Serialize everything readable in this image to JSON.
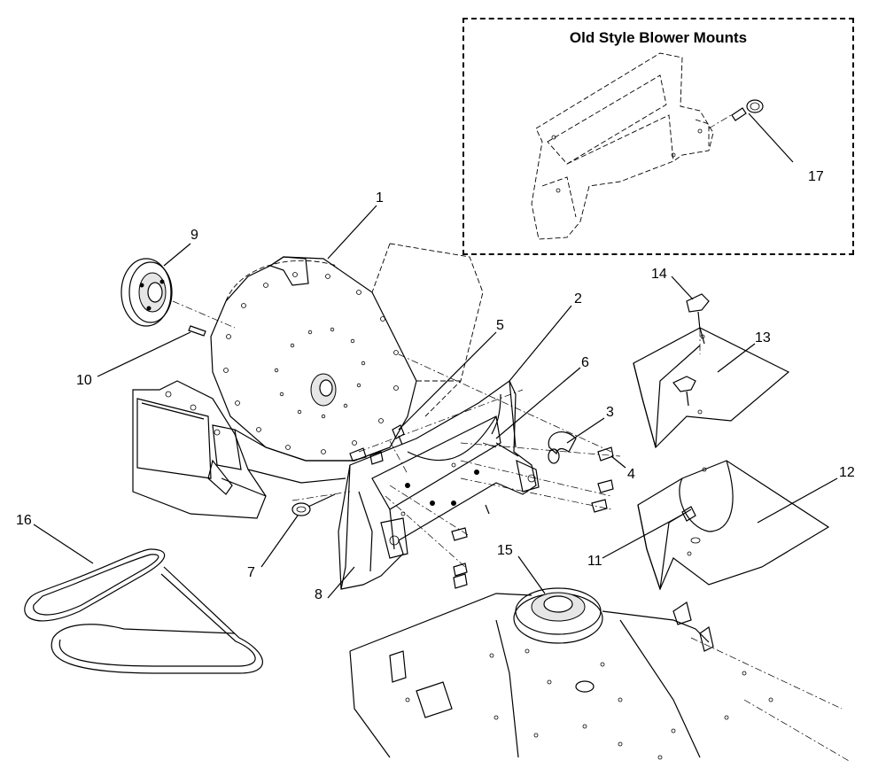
{
  "inset": {
    "title": "Old Style Blower Mounts"
  },
  "callouts": [
    {
      "id": "1",
      "label": "1"
    },
    {
      "id": "2",
      "label": "2"
    },
    {
      "id": "3",
      "label": "3"
    },
    {
      "id": "4",
      "label": "4"
    },
    {
      "id": "5",
      "label": "5"
    },
    {
      "id": "6",
      "label": "6"
    },
    {
      "id": "7",
      "label": "7"
    },
    {
      "id": "8",
      "label": "8"
    },
    {
      "id": "9",
      "label": "9"
    },
    {
      "id": "10",
      "label": "10"
    },
    {
      "id": "11",
      "label": "11"
    },
    {
      "id": "12",
      "label": "12"
    },
    {
      "id": "13",
      "label": "13"
    },
    {
      "id": "14",
      "label": "14"
    },
    {
      "id": "15",
      "label": "15"
    },
    {
      "id": "16",
      "label": "16"
    },
    {
      "id": "17",
      "label": "17"
    }
  ]
}
